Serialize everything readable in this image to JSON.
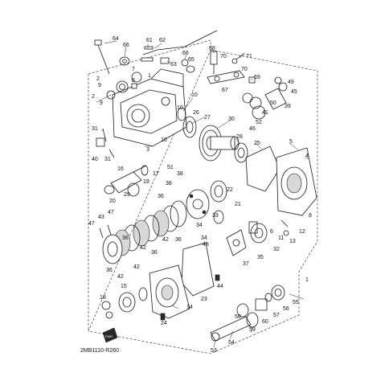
{
  "diagram_code": "2MB1110-R260",
  "fwd_badge": "FWD",
  "callouts": [
    {
      "id": "c64",
      "text": "64"
    },
    {
      "id": "c61",
      "text": "61"
    },
    {
      "id": "c62",
      "text": "62"
    },
    {
      "id": "c66",
      "text": "66"
    },
    {
      "id": "c63",
      "text": "63"
    },
    {
      "id": "c66b",
      "text": "66"
    },
    {
      "id": "c65",
      "text": "65"
    },
    {
      "id": "c68",
      "text": "68"
    },
    {
      "id": "c70",
      "text": "70"
    },
    {
      "id": "c71",
      "text": "71"
    },
    {
      "id": "c70b",
      "text": "70"
    },
    {
      "id": "c69",
      "text": "69"
    },
    {
      "id": "c67",
      "text": "67"
    },
    {
      "id": "c2",
      "text": "2"
    },
    {
      "id": "c9",
      "text": "9"
    },
    {
      "id": "c8",
      "text": "8"
    },
    {
      "id": "c7",
      "text": "7"
    },
    {
      "id": "c1a",
      "text": "1"
    },
    {
      "id": "c2b",
      "text": "2"
    },
    {
      "id": "c9b",
      "text": "9"
    },
    {
      "id": "c10",
      "text": "10"
    },
    {
      "id": "c49",
      "text": "49"
    },
    {
      "id": "c45",
      "text": "45"
    },
    {
      "id": "c50",
      "text": "50"
    },
    {
      "id": "c39",
      "text": "39"
    },
    {
      "id": "c41",
      "text": "41"
    },
    {
      "id": "c52",
      "text": "52"
    },
    {
      "id": "c46",
      "text": "46"
    },
    {
      "id": "c10b",
      "text": "10"
    },
    {
      "id": "c26",
      "text": "26"
    },
    {
      "id": "c27",
      "text": "27"
    },
    {
      "id": "c30",
      "text": "30"
    },
    {
      "id": "c31",
      "text": "31"
    },
    {
      "id": "c31b",
      "text": "31"
    },
    {
      "id": "c40",
      "text": "40"
    },
    {
      "id": "c3",
      "text": "3"
    },
    {
      "id": "c10c",
      "text": "10"
    },
    {
      "id": "c28",
      "text": "28"
    },
    {
      "id": "c25",
      "text": "25"
    },
    {
      "id": "c5",
      "text": "5"
    },
    {
      "id": "c4",
      "text": "4"
    },
    {
      "id": "c51",
      "text": "51"
    },
    {
      "id": "c17",
      "text": "17"
    },
    {
      "id": "c19",
      "text": "19"
    },
    {
      "id": "c38",
      "text": "38"
    },
    {
      "id": "c16",
      "text": "16"
    },
    {
      "id": "c20",
      "text": "20"
    },
    {
      "id": "c29",
      "text": "29"
    },
    {
      "id": "c38b",
      "text": "38"
    },
    {
      "id": "c22",
      "text": "22"
    },
    {
      "id": "c21",
      "text": "21"
    },
    {
      "id": "c36",
      "text": "36"
    },
    {
      "id": "c34",
      "text": "34"
    },
    {
      "id": "c33",
      "text": "33"
    },
    {
      "id": "c8b",
      "text": "8"
    },
    {
      "id": "c47",
      "text": "47"
    },
    {
      "id": "c43",
      "text": "43"
    },
    {
      "id": "c47b",
      "text": "47"
    },
    {
      "id": "c42",
      "text": "42"
    },
    {
      "id": "c36b",
      "text": "36"
    },
    {
      "id": "c34b",
      "text": "34"
    },
    {
      "id": "c6",
      "text": "6"
    },
    {
      "id": "c11",
      "text": "11"
    },
    {
      "id": "c13",
      "text": "13"
    },
    {
      "id": "c12",
      "text": "12"
    },
    {
      "id": "c36c",
      "text": "36"
    },
    {
      "id": "c42b",
      "text": "42"
    },
    {
      "id": "c48",
      "text": "48"
    },
    {
      "id": "c32",
      "text": "32"
    },
    {
      "id": "c36d",
      "text": "36"
    },
    {
      "id": "c35",
      "text": "35"
    },
    {
      "id": "c37",
      "text": "37"
    },
    {
      "id": "c36e",
      "text": "36"
    },
    {
      "id": "c42c",
      "text": "42"
    },
    {
      "id": "c42d",
      "text": "42"
    },
    {
      "id": "c1b",
      "text": "1"
    },
    {
      "id": "c44",
      "text": "44"
    },
    {
      "id": "c15",
      "text": "15"
    },
    {
      "id": "c23",
      "text": "23"
    },
    {
      "id": "c18",
      "text": "18"
    },
    {
      "id": "c14",
      "text": "14"
    },
    {
      "id": "c55",
      "text": "55"
    },
    {
      "id": "c56",
      "text": "56"
    },
    {
      "id": "c57",
      "text": "57"
    },
    {
      "id": "c24",
      "text": "24"
    },
    {
      "id": "c58",
      "text": "58"
    },
    {
      "id": "c60",
      "text": "60"
    },
    {
      "id": "c59",
      "text": "59"
    },
    {
      "id": "c54",
      "text": "54"
    },
    {
      "id": "c53",
      "text": "53"
    }
  ]
}
